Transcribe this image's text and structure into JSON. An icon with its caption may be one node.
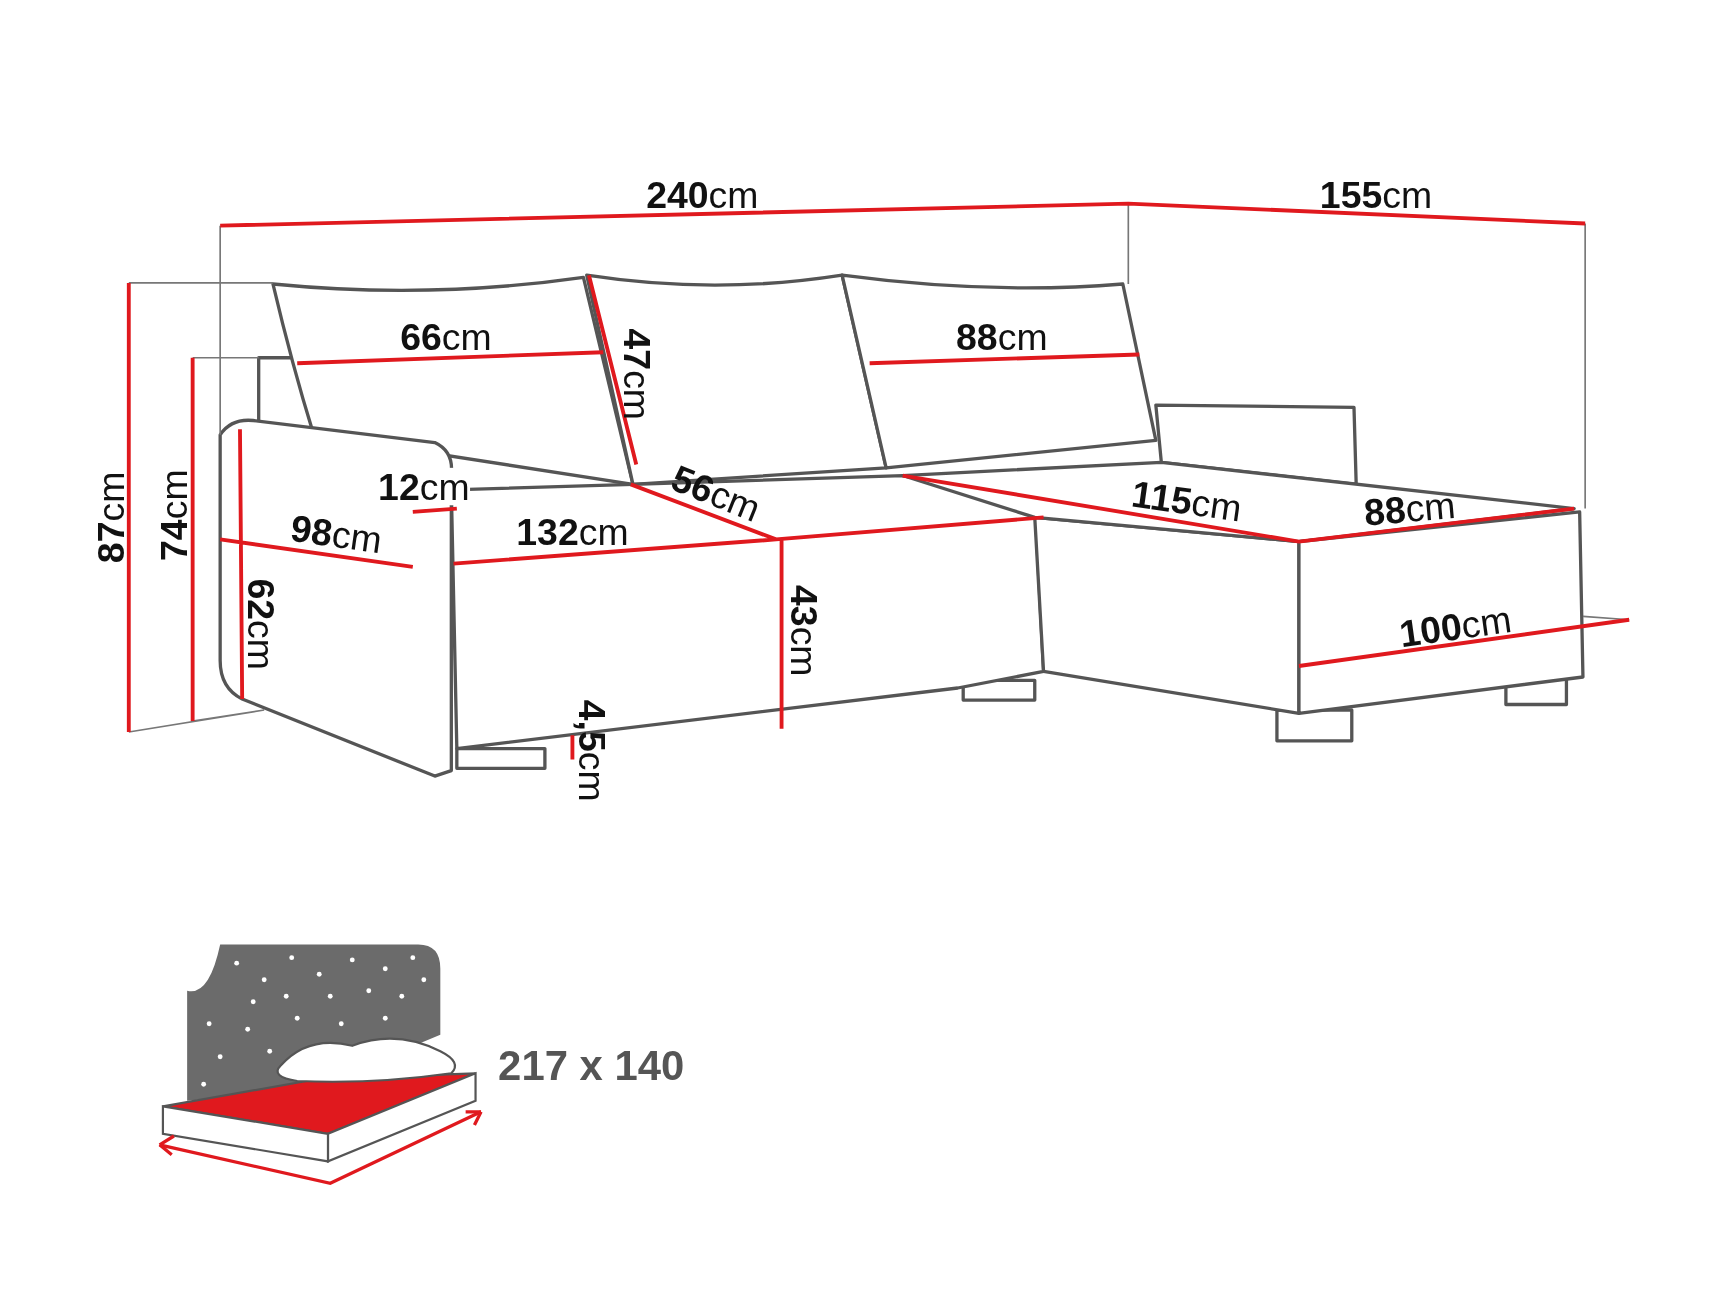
{
  "diagram": {
    "labels": [
      "**240**cm",
      "**155**cm",
      "**66**cm",
      "**47**cm",
      "**88**cm",
      "**87**cm",
      "**74**cm",
      "**12**cm",
      "**56**cm",
      "**115**cm",
      "**88**cm",
      "**98**cm",
      "**132**cm",
      "**62**cm",
      "**43**cm",
      "**100**cm",
      "**4,5**cm",
      "217 x 140"
    ]
  }
}
